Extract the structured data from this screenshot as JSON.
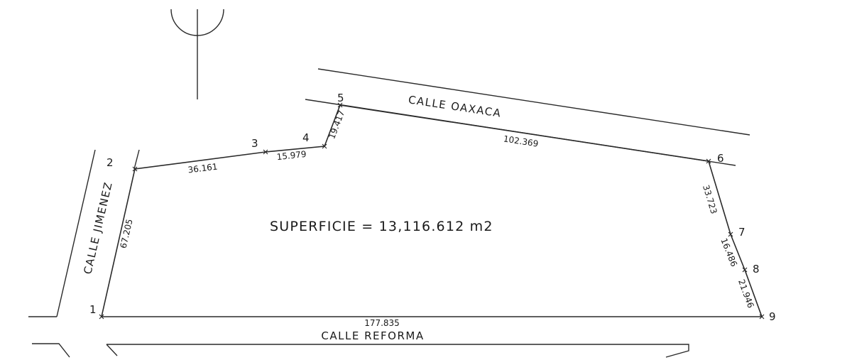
{
  "area_label": "SUPERFICIE = 13,116.612 m2",
  "streets": {
    "oaxaca": "CALLE OAXACA",
    "jimenez": "CALLE JIMENEZ",
    "reforma": "CALLE REFORMA"
  },
  "vertices": [
    {
      "id": "1",
      "label": "1"
    },
    {
      "id": "2",
      "label": "2"
    },
    {
      "id": "3",
      "label": "3"
    },
    {
      "id": "4",
      "label": "4"
    },
    {
      "id": "5",
      "label": "5"
    },
    {
      "id": "6",
      "label": "6"
    },
    {
      "id": "7",
      "label": "7"
    },
    {
      "id": "8",
      "label": "8"
    },
    {
      "id": "9",
      "label": "9"
    }
  ],
  "segments": [
    {
      "from": "1",
      "to": "2",
      "length": "67.205"
    },
    {
      "from": "2",
      "to": "3",
      "length": "36.161"
    },
    {
      "from": "3",
      "to": "4",
      "length": "15.979"
    },
    {
      "from": "4",
      "to": "5",
      "length": "19.417"
    },
    {
      "from": "5",
      "to": "6",
      "length": "102.369"
    },
    {
      "from": "6",
      "to": "7",
      "length": "33.723"
    },
    {
      "from": "7",
      "to": "8",
      "length": "16.486"
    },
    {
      "from": "8",
      "to": "9",
      "length": "21.946"
    },
    {
      "from": "9",
      "to": "1",
      "length": "177.835"
    }
  ]
}
